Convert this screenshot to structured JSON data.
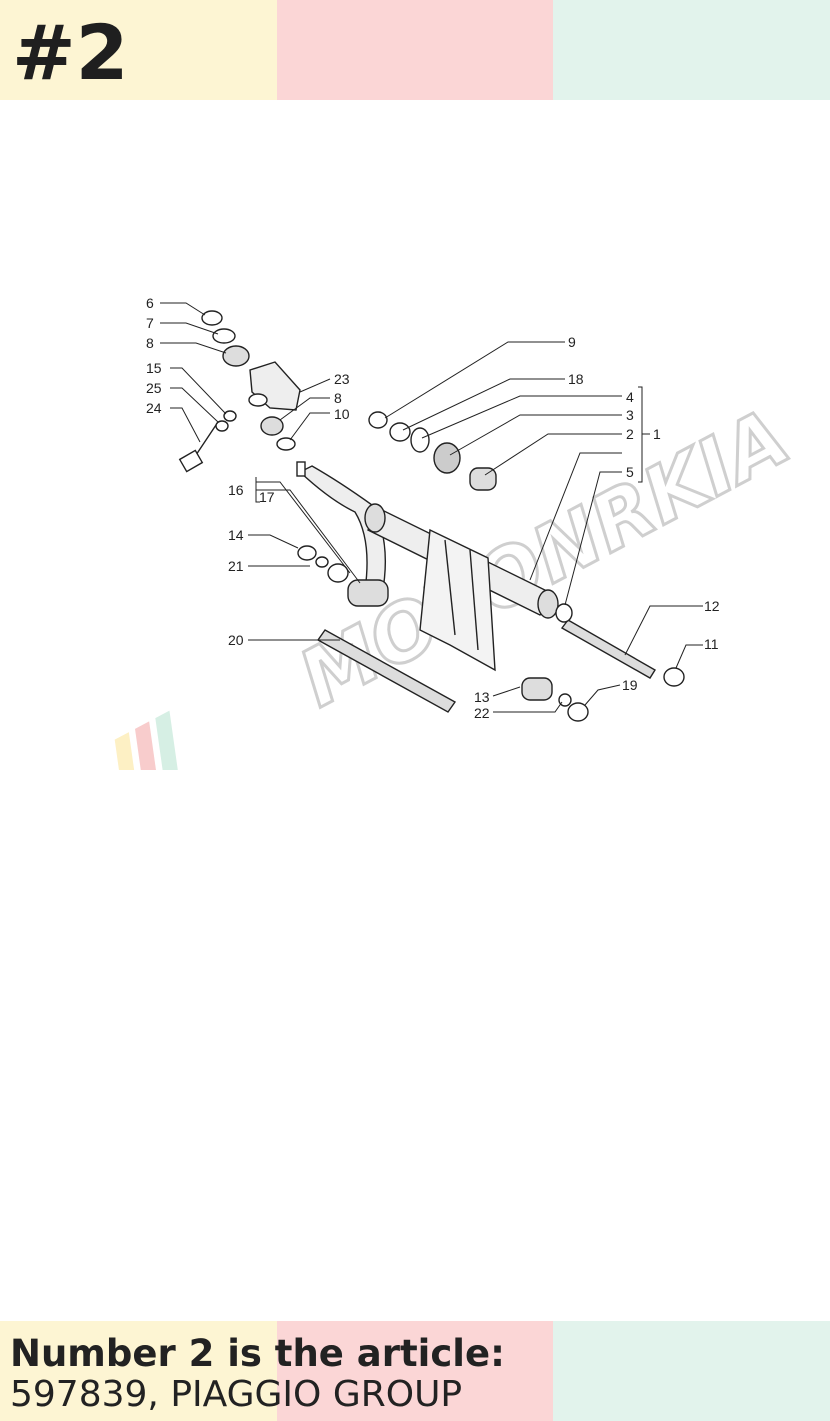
{
  "header": {
    "badge": "#2"
  },
  "footer": {
    "line1": "Number 2 is the article:",
    "line2": "597839, PIAGGIO GROUP"
  },
  "diagram": {
    "watermark": "MOTONRKIA",
    "labels": [
      "6",
      "7",
      "8",
      "15",
      "25",
      "24",
      "23",
      "8",
      "10",
      "9",
      "18",
      "4",
      "3",
      "2",
      "1",
      "5",
      "16",
      "17",
      "14",
      "21",
      "20",
      "12",
      "11",
      "13",
      "22",
      "19"
    ]
  },
  "colors": {
    "band_yellow": "#fdf5d3",
    "band_pink": "#fbd6d6",
    "band_green": "#e2f3ec"
  }
}
